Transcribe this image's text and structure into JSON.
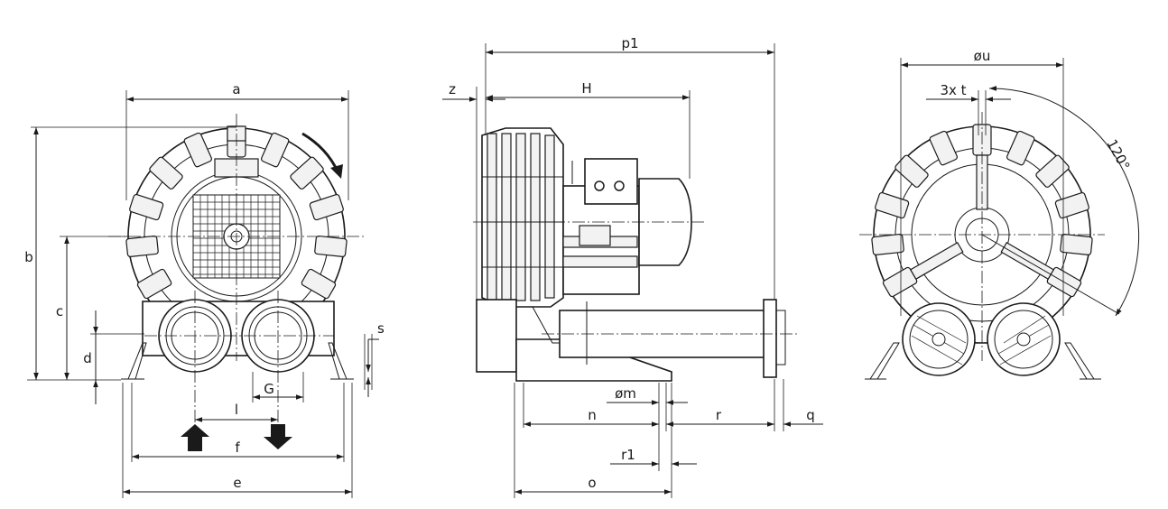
{
  "front_view": {
    "dimensions": {
      "a": "a",
      "b": "b",
      "c": "c",
      "d": "d",
      "e": "e",
      "f": "f",
      "G": "G",
      "l": "l",
      "s": "s"
    }
  },
  "side_view": {
    "dimensions": {
      "p1": "p1",
      "z": "z",
      "H": "H",
      "m": "øm",
      "n": "n",
      "r": "r",
      "q": "q",
      "r1": "r1",
      "o": "o"
    }
  },
  "rear_view": {
    "dimensions": {
      "u": "øu",
      "t": "3x t",
      "angle": "120°"
    }
  },
  "colors": {
    "line": "#1a1a1a",
    "fill": "#f2f2f2",
    "background": "#ffffff"
  }
}
